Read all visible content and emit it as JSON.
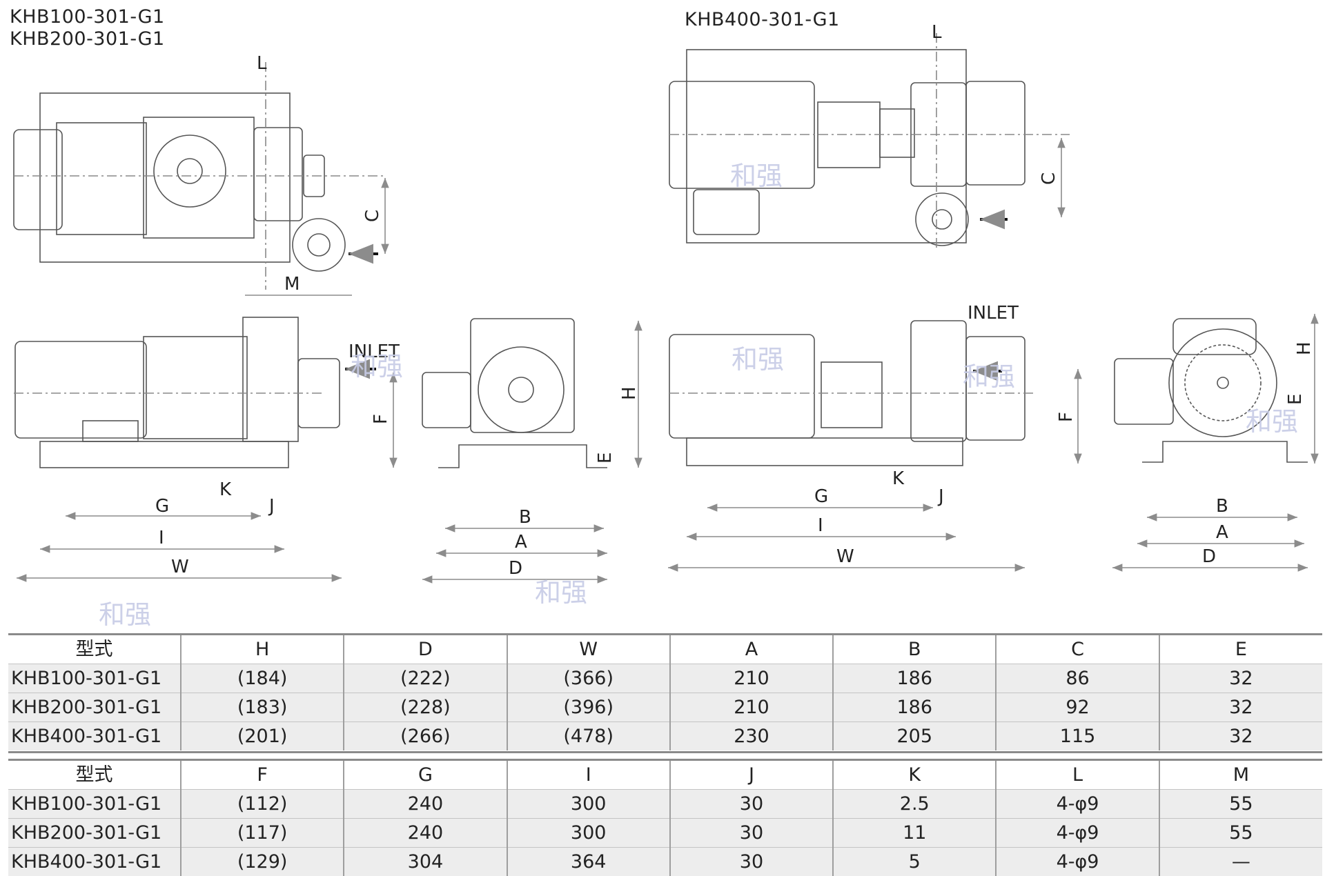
{
  "titles": {
    "left_line1": "KHB100-301-G1",
    "left_line2": "KHB200-301-G1",
    "right": "KHB400-301-G1"
  },
  "drawing_labels": {
    "L": "L",
    "C": "C",
    "M": "M",
    "H": "H",
    "F": "F",
    "E": "E",
    "K": "K",
    "J": "J",
    "G": "G",
    "I": "I",
    "W": "W",
    "A": "A",
    "B": "B",
    "D": "D",
    "inlet": "INLET"
  },
  "watermark": "和强",
  "table1": {
    "headers": [
      "型式",
      "H",
      "D",
      "W",
      "A",
      "B",
      "C",
      "E"
    ],
    "rows": [
      [
        "KHB100-301-G1",
        "(184)",
        "(222)",
        "(366)",
        "210",
        "186",
        "86",
        "32"
      ],
      [
        "KHB200-301-G1",
        "(183)",
        "(228)",
        "(396)",
        "210",
        "186",
        "92",
        "32"
      ],
      [
        "KHB400-301-G1",
        "(201)",
        "(266)",
        "(478)",
        "230",
        "205",
        "115",
        "32"
      ]
    ]
  },
  "table2": {
    "headers": [
      "型式",
      "F",
      "G",
      "I",
      "J",
      "K",
      "L",
      "M"
    ],
    "rows": [
      [
        "KHB100-301-G1",
        "(112)",
        "240",
        "300",
        "30",
        "2.5",
        "4-φ9",
        "55"
      ],
      [
        "KHB200-301-G1",
        "(117)",
        "240",
        "300",
        "30",
        "11",
        "4-φ9",
        "55"
      ],
      [
        "KHB400-301-G1",
        "(129)",
        "304",
        "364",
        "30",
        "5",
        "4-φ9",
        "—"
      ]
    ]
  }
}
